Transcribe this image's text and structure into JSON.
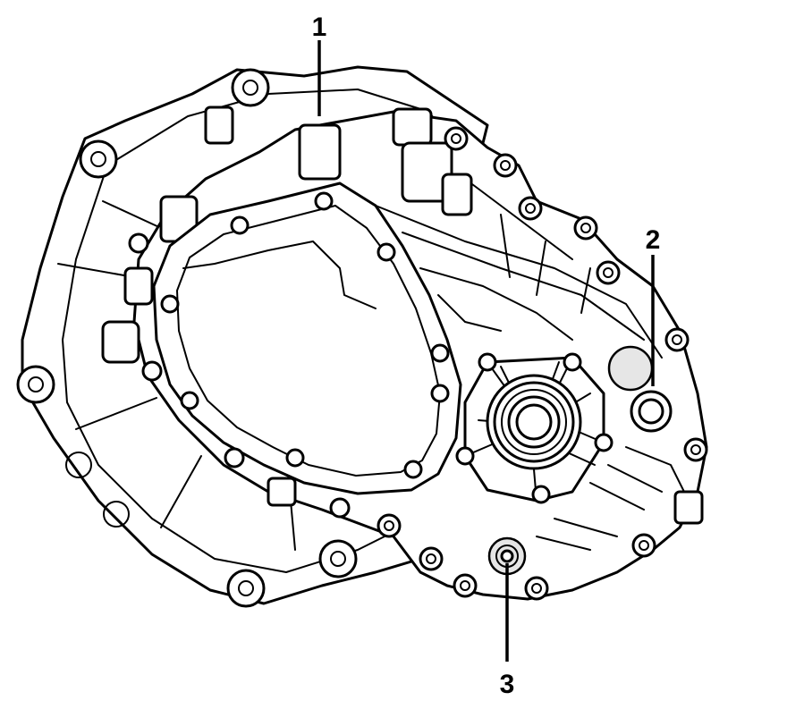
{
  "callouts": [
    {
      "id": "1",
      "label": "1"
    },
    {
      "id": "2",
      "label": "2"
    },
    {
      "id": "3",
      "label": "3"
    }
  ],
  "colors": {
    "line": "#000000",
    "background": "#ffffff",
    "shade": "#e6e6e6"
  }
}
